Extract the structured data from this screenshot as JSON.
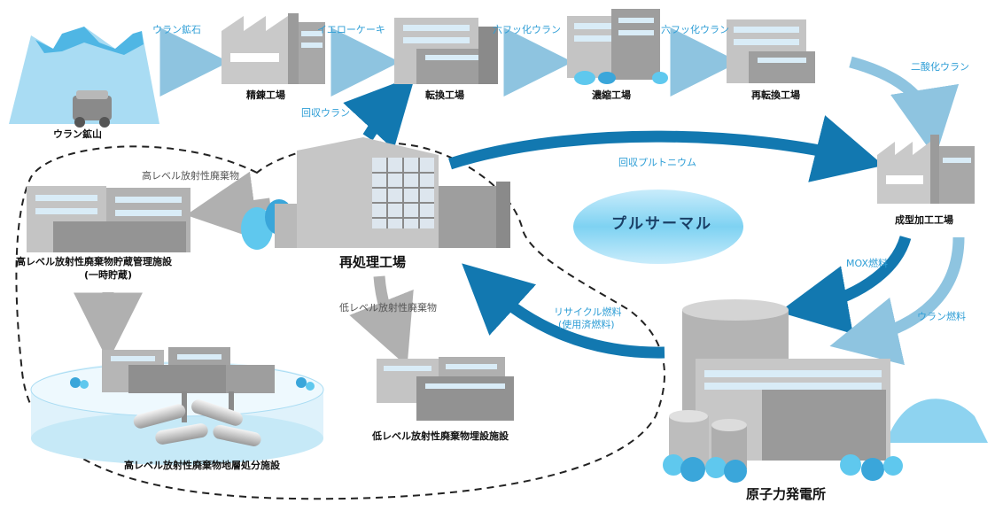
{
  "colors": {
    "arrow_dark": "#1278b0",
    "arrow_light": "#8ec4e0",
    "arrow_gray": "#b0b0b0",
    "accent_text": "#2e9ed6",
    "building_light": "#d4d4d4",
    "building_mid": "#a6a6a6",
    "building_dark": "#707070",
    "window": "#bcd9ee",
    "water": "#5fc8ee"
  },
  "nodes": {
    "uranium_mine": "ウラン鉱山",
    "refining_plant": "精錬工場",
    "conversion_plant": "転換工場",
    "enrichment_plant": "濃縮工場",
    "reconversion_plant": "再転換工場",
    "fuel_fabrication_plant": "成型加工工場",
    "nuclear_power_plant": "原子力発電所",
    "reprocessing_plant": "再処理工場",
    "hlw_storage_line1": "高レベル放射性廃棄物貯蔵管理施設",
    "hlw_storage_line2": "(一時貯蔵)",
    "hlw_disposal": "高レベル放射性廃棄物地層処分施設",
    "llw_disposal": "低レベル放射性廃棄物埋設施設"
  },
  "flows": {
    "uranium_ore": "ウラン鉱石",
    "yellowcake": "イエローケーキ",
    "uf6_a": "六フッ化ウラン",
    "uf6_b": "六フッ化ウラン",
    "uranium_dioxide": "二酸化ウラン",
    "recovered_uranium": "回収ウラン",
    "recovered_plutonium": "回収プルトニウム",
    "mox_fuel": "MOX燃料",
    "uranium_fuel": "ウラン燃料",
    "recycle_fuel_line1": "リサイクル燃料",
    "recycle_fuel_line2": "(使用済燃料)",
    "hlw": "高レベル放射性廃棄物",
    "llw": "低レベル放射性廃棄物"
  },
  "center_label": "プルサーマル"
}
